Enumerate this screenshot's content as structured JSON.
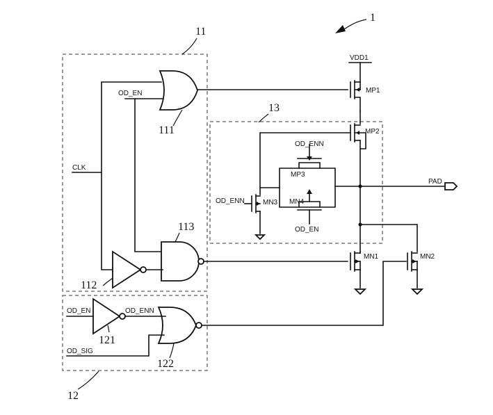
{
  "figure_number": "1",
  "blocks": {
    "block11": "11",
    "block12": "12",
    "block13": "13"
  },
  "gates": {
    "g111": "111",
    "g112": "112",
    "g113": "113",
    "g121": "121",
    "g122": "122"
  },
  "signals": {
    "vdd": "VDD1",
    "od_en_top": "OD_EN",
    "clk": "CLK",
    "od_enn_mp3": "OD_ENN",
    "od_enn_mn3": "OD_ENN",
    "od_en_mn4": "OD_EN",
    "pad": "PAD",
    "od_en_in": "OD_EN",
    "od_enn_out": "OD_ENN",
    "od_sig": "OD_SIG"
  },
  "transistors": {
    "mp1": "MP1",
    "mp2": "MP2",
    "mp3": "MP3",
    "mn1": "MN1",
    "mn2": "MN2",
    "mn3": "MN3",
    "mn4": "MN4"
  }
}
